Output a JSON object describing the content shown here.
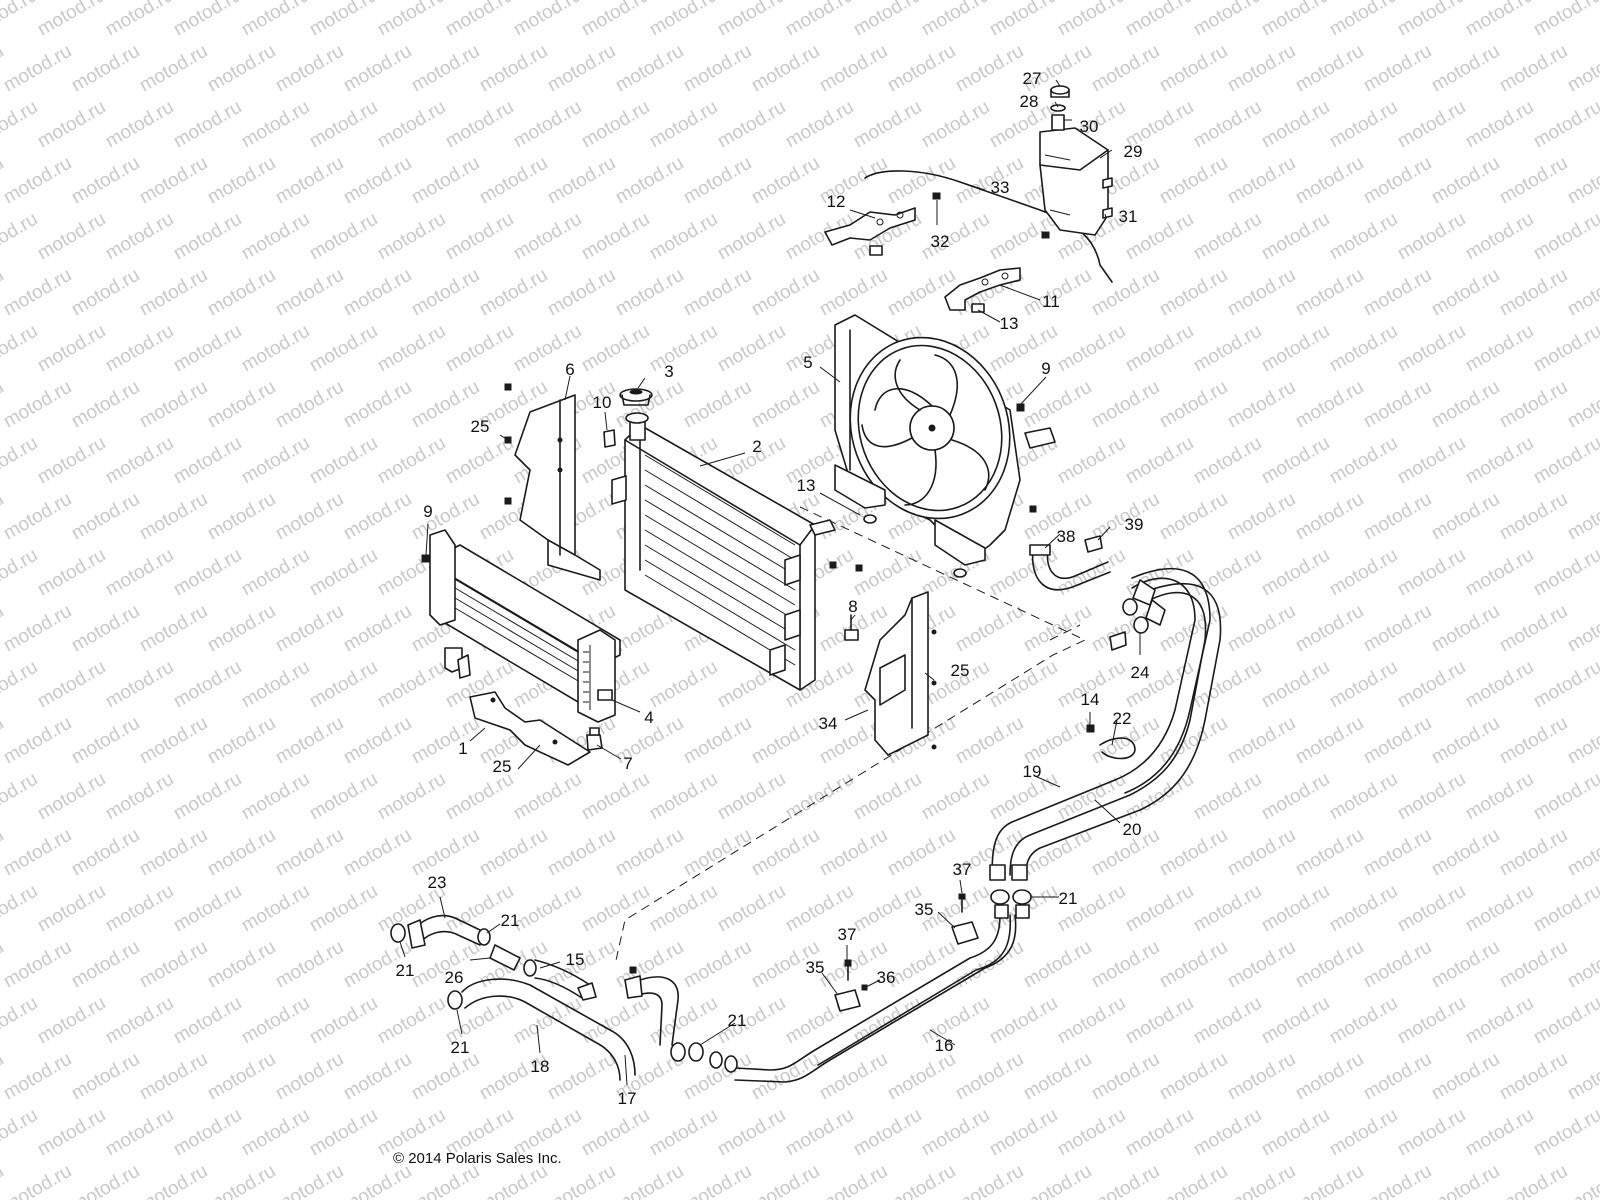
{
  "watermark": "motod.ru",
  "copyright": "© 2014 Polaris Sales Inc.",
  "callouts": {
    "c1": "1",
    "c2": "2",
    "c3": "3",
    "c4": "4",
    "c5": "5",
    "c6": "6",
    "c7": "7",
    "c8": "8",
    "c9a": "9",
    "c9b": "9",
    "c10": "10",
    "c11": "11",
    "c12": "12",
    "c13a": "13",
    "c13b": "13",
    "c14": "14",
    "c15": "15",
    "c16": "16",
    "c17": "17",
    "c18": "18",
    "c19": "19",
    "c20": "20",
    "c21a": "21",
    "c21b": "21",
    "c21c": "21",
    "c21d": "21",
    "c21e": "21",
    "c22": "22",
    "c23": "23",
    "c24": "24",
    "c25a": "25",
    "c25b": "25",
    "c25c": "25",
    "c26": "26",
    "c27": "27",
    "c28": "28",
    "c29": "29",
    "c30": "30",
    "c31": "31",
    "c32": "32",
    "c33": "33",
    "c34": "34",
    "c35a": "35",
    "c35b": "35",
    "c36": "36",
    "c37a": "37",
    "c37b": "37",
    "c38": "38",
    "c39": "39"
  }
}
